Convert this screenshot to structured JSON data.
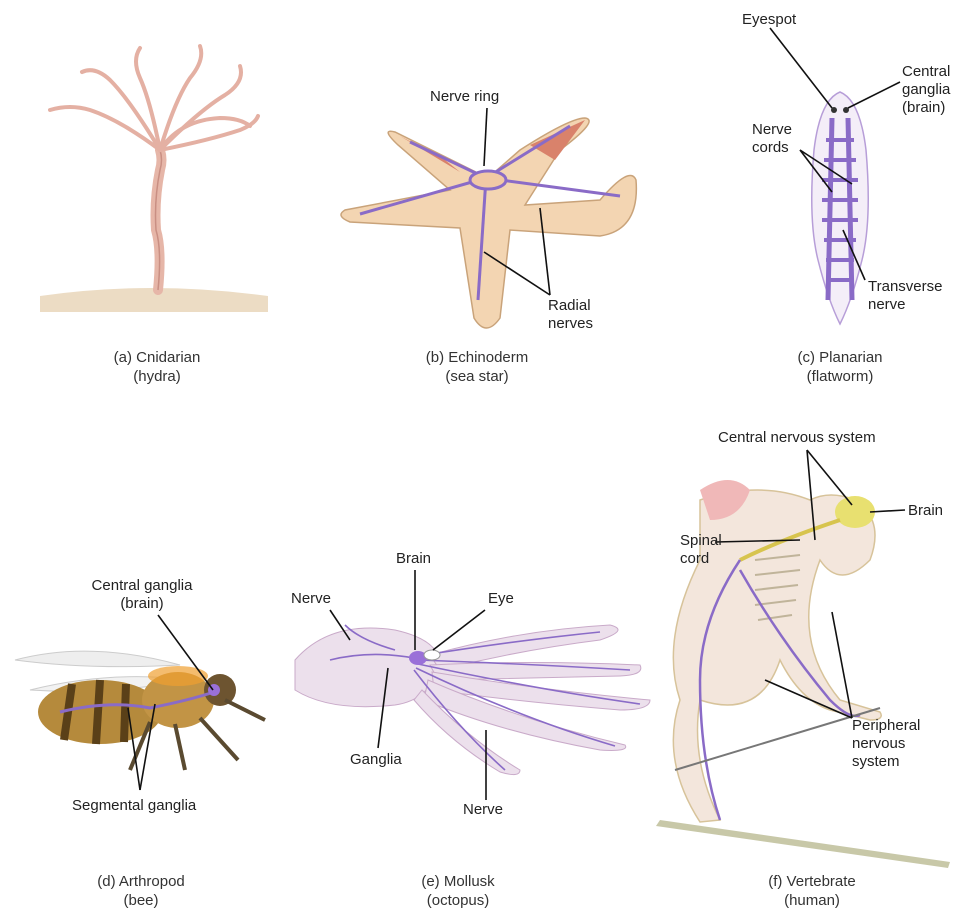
{
  "labels": {
    "nerve_ring": "Nerve ring",
    "radial_nerves": [
      "Radial",
      "nerves"
    ],
    "eyespot": "Eyespot",
    "central_ganglia_planarian": [
      "Central",
      "ganglia",
      "(brain)"
    ],
    "nerve_cords": [
      "Nerve",
      "cords"
    ],
    "transverse_nerve": [
      "Transverse",
      "nerve"
    ],
    "central_ganglia_bee": [
      "Central ganglia",
      "(brain)"
    ],
    "segmental_ganglia": "Segmental ganglia",
    "brain_octopus": "Brain",
    "nerve_octopus_upper": "Nerve",
    "eye": "Eye",
    "ganglia": "Ganglia",
    "nerve_octopus_lower": "Nerve",
    "central_nervous_system": "Central nervous system",
    "brain_human": "Brain",
    "spinal_cord": [
      "Spinal",
      "cord"
    ],
    "peripheral_nervous_system": [
      "Peripheral",
      "nervous",
      "system"
    ]
  },
  "captions": {
    "a": [
      "(a) Cnidarian",
      "(hydra)"
    ],
    "b": [
      "(b) Echinoderm",
      "(sea star)"
    ],
    "c": [
      "(c) Planarian",
      "(flatworm)"
    ],
    "d": [
      "(d) Arthropod",
      "(bee)"
    ],
    "e": [
      "(e) Mollusk",
      "(octopus)"
    ],
    "f": [
      "(f) Vertebrate",
      "(human)"
    ]
  },
  "colors": {
    "nerve": "#8a6bc7",
    "leader_line": "#111111",
    "text": "#222222"
  }
}
